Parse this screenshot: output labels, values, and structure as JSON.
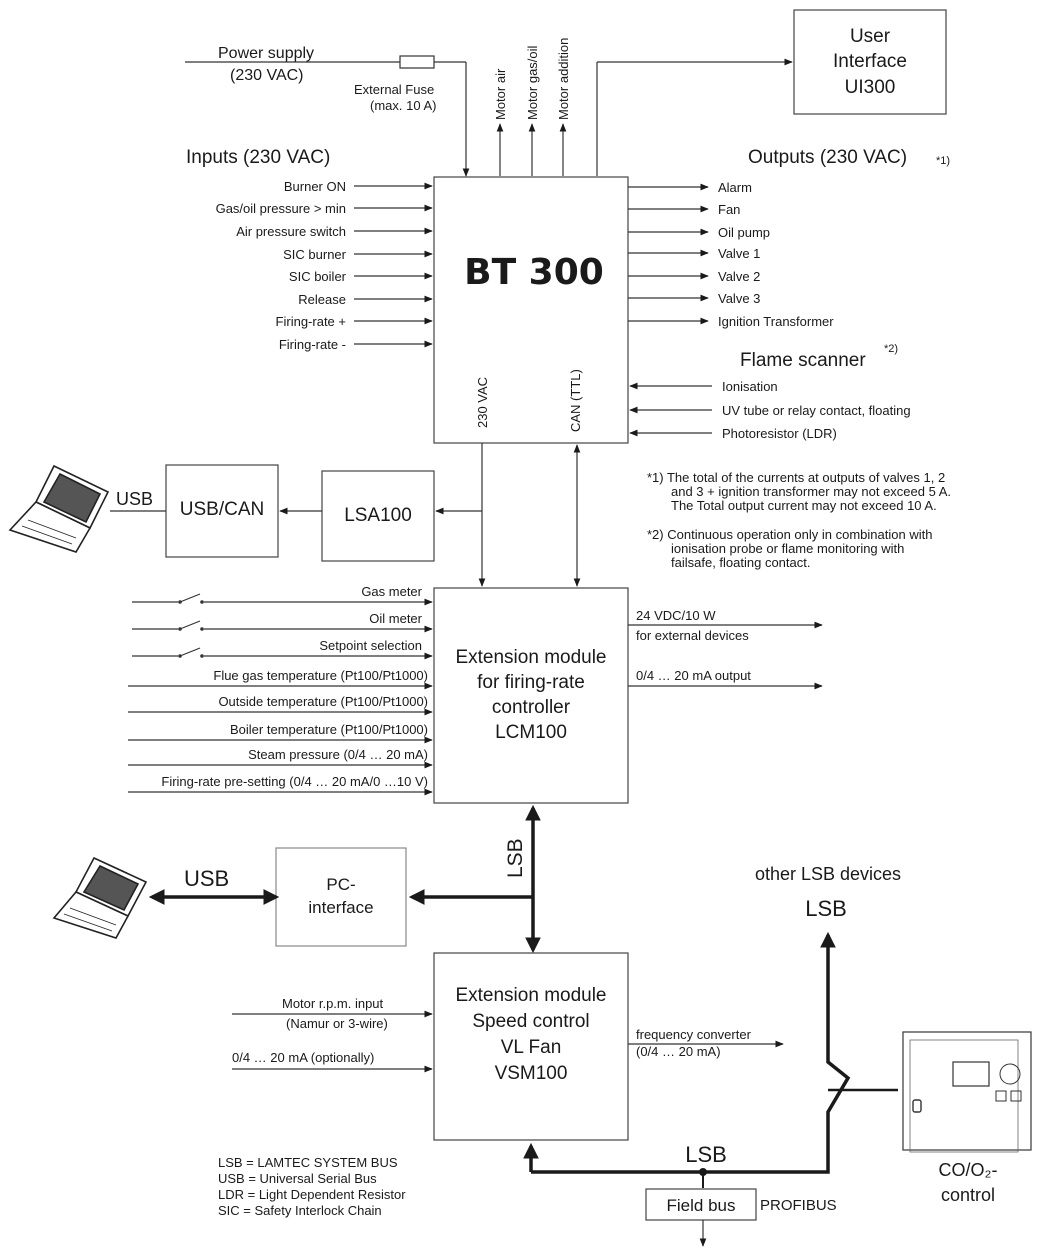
{
  "blocks": {
    "bt300": "BT 300",
    "ui": [
      "User",
      "Interface",
      "UI300"
    ],
    "usbcan": "USB/CAN",
    "lsa100": "LSA100",
    "lcm": [
      "Extension module",
      "for firing-rate",
      "controller",
      "LCM100"
    ],
    "pc": [
      "PC-",
      "interface"
    ],
    "vsm": [
      "Extension module",
      "Speed control",
      "VL Fan",
      "VSM100"
    ],
    "fieldbus": "Field bus",
    "co": [
      "CO/O₂-",
      "control"
    ]
  },
  "power": {
    "supply": "Power supply",
    "voltage": "(230 VAC)",
    "fuse1": "External Fuse",
    "fuse2": "(max. 10 A)"
  },
  "motors": [
    "Motor air",
    "Motor gas/oil",
    "Motor addition"
  ],
  "inputs_heading": "Inputs (230 VAC)",
  "inputs": [
    "Burner ON",
    "Gas/oil pressure > min",
    "Air pressure switch",
    "SIC burner",
    "SIC boiler",
    "Release",
    "Firing-rate +",
    "Firing-rate -"
  ],
  "outputs_heading": "Outputs (230 VAC)",
  "outputs_note": "*1)",
  "outputs": [
    "Alarm",
    "Fan",
    "Oil pump",
    "Valve 1",
    "Valve 2",
    "Valve 3",
    "Ignition Transformer"
  ],
  "flame": {
    "heading": "Flame scanner",
    "note": "*2)",
    "items": [
      "Ionisation",
      "UV tube or relay contact, floating",
      "Photoresistor (LDR)"
    ]
  },
  "bt_ports": [
    "230 VAC",
    "CAN (TTL)"
  ],
  "notes": {
    "n1": [
      "*1) The total of the currents at outputs of valves 1, 2",
      "and 3 + ignition transformer may not exceed 5 A.",
      "The Total output current may not exceed 10 A."
    ],
    "n2": [
      "*2) Continuous operation only in combination with",
      "ionisation probe or flame monitoring with",
      "failsafe, floating contact."
    ]
  },
  "lcm_inputs": [
    "Gas meter",
    "Oil meter",
    "Setpoint selection",
    "Flue gas temperature (Pt100/Pt1000)",
    "Outside temperature (Pt100/Pt1000)",
    "Boiler temperature (Pt100/Pt1000)",
    "Steam pressure (0/4 … 20 mA)",
    "Firing-rate pre-setting (0/4 … 20 mA/0 …10 V)"
  ],
  "lcm_outputs": {
    "dc1": "24 VDC/10 W",
    "dc2": "for external devices",
    "ma": "0/4 … 20 mA output"
  },
  "usb_top": "USB",
  "usb_mid": "USB",
  "lsb_labels": {
    "vertical": "LSB",
    "other": "other LSB devices",
    "top": "LSB",
    "bottom": "LSB"
  },
  "vsm_inputs": {
    "rpm1": "Motor r.p.m. input",
    "rpm2": "(Namur or 3-wire)",
    "ma": "0/4 … 20 mA (optionally)"
  },
  "vsm_outputs": {
    "fc1": "frequency converter",
    "fc2": "(0/4 … 20 mA)"
  },
  "profibus": "PROFIBUS",
  "legend": [
    "LSB = LAMTEC SYSTEM BUS",
    "USB = Universal Serial Bus",
    "LDR = Light Dependent Resistor",
    "SIC = Safety Interlock Chain"
  ]
}
